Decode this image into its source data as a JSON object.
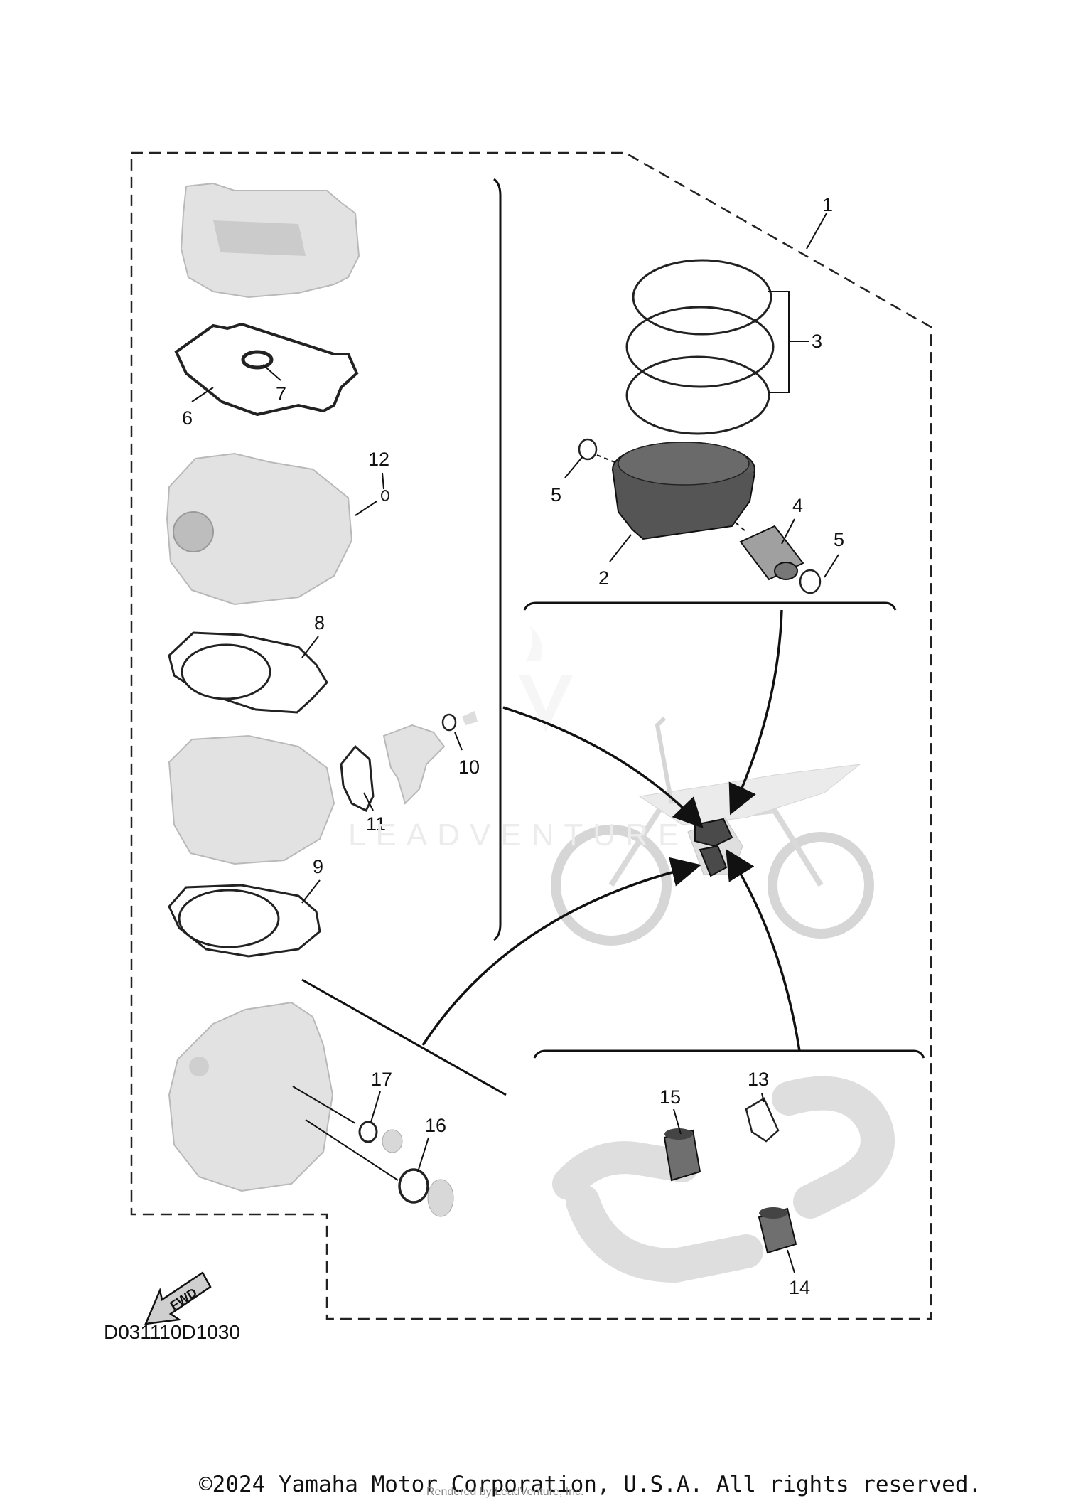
{
  "watermark": {
    "text": "LEADVENTURE"
  },
  "callouts": [
    "1",
    "2",
    "3",
    "4",
    "5",
    "5",
    "6",
    "7",
    "8",
    "9",
    "10",
    "11",
    "12",
    "13",
    "14",
    "15",
    "16",
    "17"
  ],
  "drawing_code": "D031110D1030",
  "fwd_badge": "FWD",
  "copyright": "©2024 Yamaha Motor Corporation, U.S.A. All rights reserved.",
  "rendered_by": "Rendered by LeadVenture, Inc."
}
